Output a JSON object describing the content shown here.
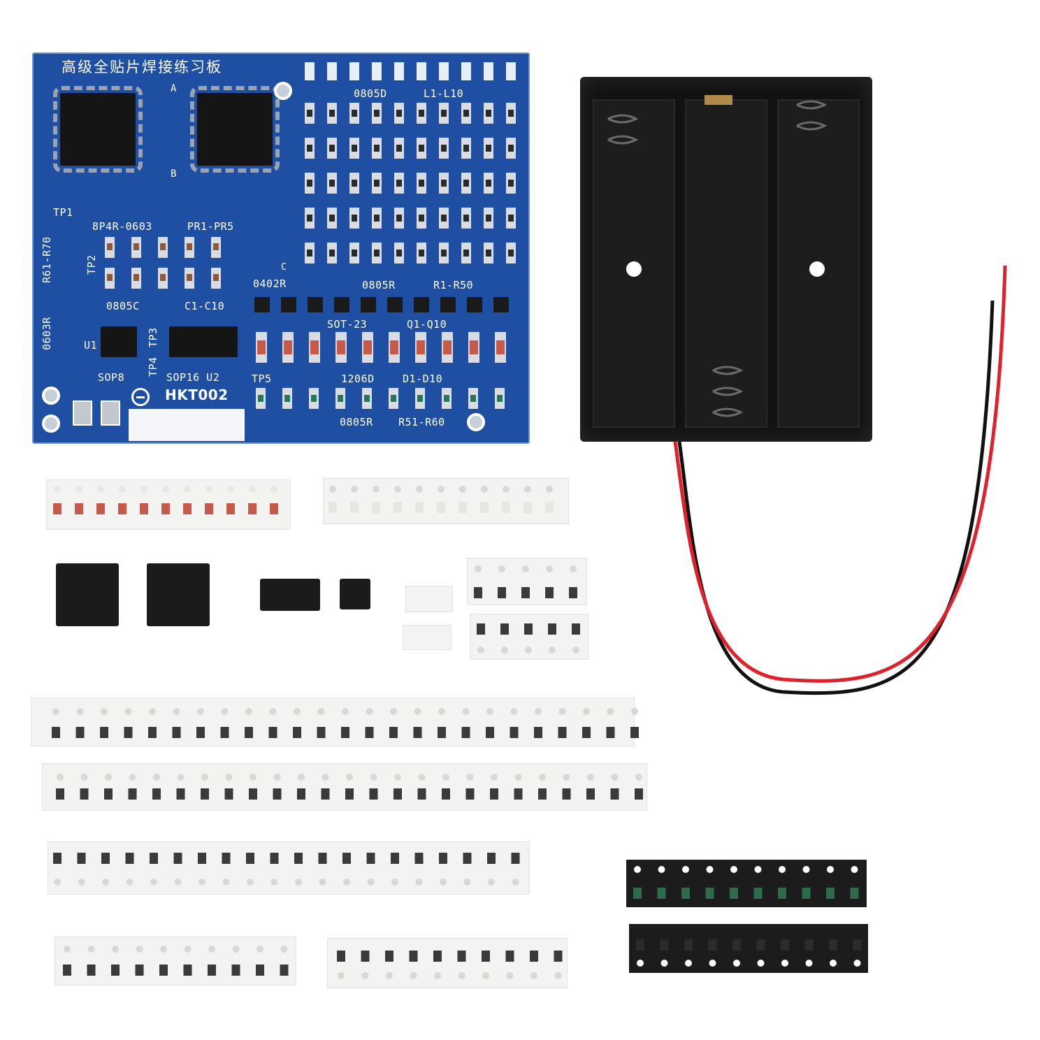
{
  "pcb": {
    "title": "高级全贴片焊接练习板",
    "model": "HKT002",
    "labels": {
      "a": "A",
      "b": "B",
      "c": "C",
      "led_group": "0805D",
      "led_range": "L1-L10",
      "tp1": "TP1",
      "tp2": "TP2",
      "tp3": "TP3",
      "tp4": "TP4",
      "tp5": "TP5",
      "r61_r70": "R61-R70",
      "r0603": "0603R",
      "network": "8P4R-0603",
      "network_range": "PR1-PR5",
      "cap_group": "0805C",
      "cap_range": "C1-C10",
      "r0402": "0402R",
      "res_group": "0805R",
      "res_range": "R1-R50",
      "sot": "SOT-23",
      "sot_range": "Q1-Q10",
      "u1": "U1",
      "sop8": "SOP8",
      "sop16": "SOP16 U2",
      "diode_group": "1206D",
      "diode_range": "D1-D10",
      "res_group2": "0805R",
      "res_range2": "R51-R60"
    }
  },
  "battery_holder": {
    "icon": "battery-holder-icon",
    "wire_colors": {
      "positive": "#e0202a",
      "negative": "#111111"
    }
  },
  "colors": {
    "pcb_blue": "#1f4fa3",
    "silkscreen": "#ffffff",
    "tape": "#f3f3f1"
  }
}
